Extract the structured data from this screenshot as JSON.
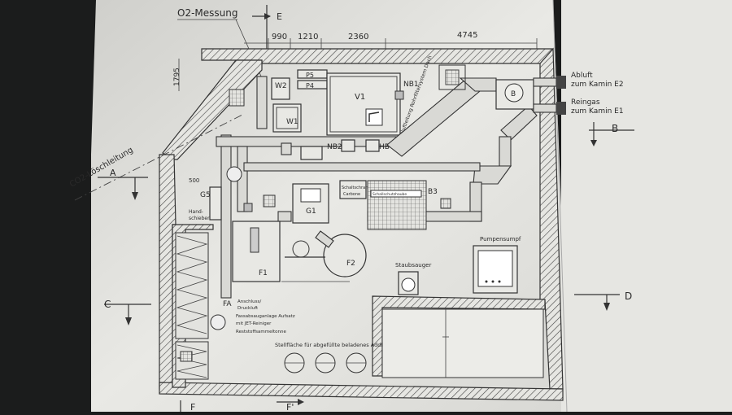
{
  "labels": {
    "o2": "O2-Messung",
    "e_top": "E",
    "dim1": "990",
    "dim2": "1210",
    "dim3": "2360",
    "dim4": "4745",
    "dim_side": "1795",
    "dim_500": "500",
    "p5": "P5",
    "p4": "P4",
    "w2": "W2",
    "w1": "W1",
    "v1": "V1",
    "nb1": "NB1",
    "nb2": "NB2",
    "hb": "HB",
    "b": "B",
    "abluft1": "Abluft",
    "abluft2": "zum Kamin E2",
    "reingas1": "Reingas",
    "reingas2": "zum Kamin E1",
    "b_right": "B",
    "co2": "CO2-Löschleitung",
    "a_left": "A",
    "g5": "G5",
    "hand1": "Hand-",
    "hand2": "schieber",
    "schalt1": "Schaltschrank",
    "schalt2": "Carbone",
    "b3": "B3",
    "b3box": "Schallschutzhaube",
    "g1": "G1",
    "f1": "F1",
    "f2": "F2",
    "staub": "Staubsauger",
    "pumpen": "Pumpensumpf",
    "c_left": "C",
    "d_right": "D",
    "fa": "FA",
    "an1": "Anschluss/",
    "an2": "Druckluft",
    "an3": "Fassabsauganlage Aufsatz",
    "an4": "mit JET-Reiniger",
    "an5": "Reststoffsammeltonne",
    "stell": "Stellfläche für abgefüllte beladenes Additiv",
    "f_bot": "F",
    "fprime": "F'",
    "schild": "Abluftleitung Rohrfiltersystem Dach"
  }
}
